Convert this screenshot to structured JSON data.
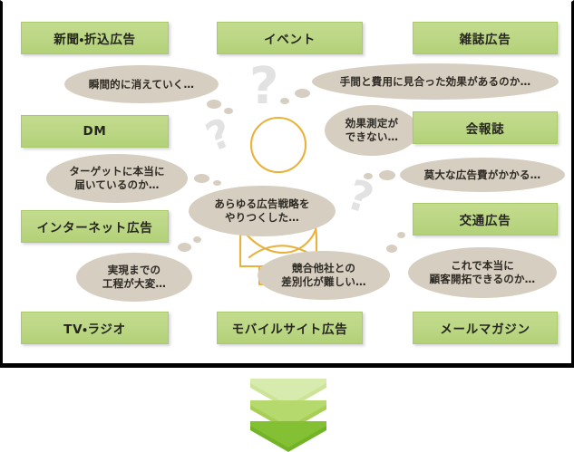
{
  "diagram": {
    "title_context": "広告媒体の課題図",
    "accent_green": "#bcd786",
    "bubble_beige": "#d6cec0",
    "person_line": "#e8b23c",
    "question_mark_gray": "#e2e2e2",
    "frame_color": "#000000"
  },
  "channels": [
    {
      "label": "新聞・折込広告",
      "name": "channel-newspaper-insert-ads"
    },
    {
      "label": "イベント",
      "name": "channel-event"
    },
    {
      "label": "雑誌広告",
      "name": "channel-magazine-ads"
    },
    {
      "label": "DM",
      "name": "channel-direct-mail"
    },
    {
      "label": "会報誌",
      "name": "channel-newsletter"
    },
    {
      "label": "インターネット広告",
      "name": "channel-internet-ads"
    },
    {
      "label": "交通広告",
      "name": "channel-transit-ads"
    },
    {
      "label": "TV・ラジオ",
      "name": "channel-tv-radio"
    },
    {
      "label": "モバイルサイト広告",
      "name": "channel-mobile-site-ads"
    },
    {
      "label": "メールマガジン",
      "name": "channel-mail-magazine"
    }
  ],
  "bubbles": [
    {
      "name": "bubble-fleeting",
      "lines": [
        "瞬間的に消えていく…"
      ]
    },
    {
      "name": "bubble-cost-effectiveness",
      "lines": [
        "手間と費用に見合った効果があるのか…"
      ]
    },
    {
      "name": "bubble-no-measurement",
      "lines": [
        "効果測定が",
        "できない…"
      ]
    },
    {
      "name": "bubble-reaching-target",
      "lines": [
        "ターゲットに本当に",
        "届いているのか…"
      ]
    },
    {
      "name": "bubble-huge-ad-cost",
      "lines": [
        "莫大な広告費がかかる…"
      ]
    },
    {
      "name": "bubble-tried-everything",
      "lines": [
        "あらゆる広告戦略を",
        "やりつくした…"
      ]
    },
    {
      "name": "bubble-hard-to-differentiate",
      "lines": [
        "競合他社との",
        "差別化が難しい…"
      ]
    },
    {
      "name": "bubble-implementation-effort",
      "lines": [
        "実現までの",
        "工程が大変…"
      ]
    },
    {
      "name": "bubble-really-acquire-customers",
      "lines": [
        "これで本当に",
        "顧客開拓できるのか…"
      ]
    }
  ],
  "question_marks": [
    {
      "name": "question-mark-top-center",
      "glyph": "?"
    },
    {
      "name": "question-mark-left-middle",
      "glyph": "?"
    },
    {
      "name": "question-mark-right-middle",
      "glyph": "?"
    }
  ],
  "arrow": {
    "name": "downward-chevron-arrow",
    "chevrons": [
      {
        "name": "chevron-light",
        "color": "#cde398"
      },
      {
        "name": "chevron-medium",
        "color": "#a8cf55"
      },
      {
        "name": "chevron-dark",
        "color": "#73b327"
      }
    ]
  },
  "person": {
    "name": "worried-person-figure",
    "stroke": "#e8b23c"
  }
}
